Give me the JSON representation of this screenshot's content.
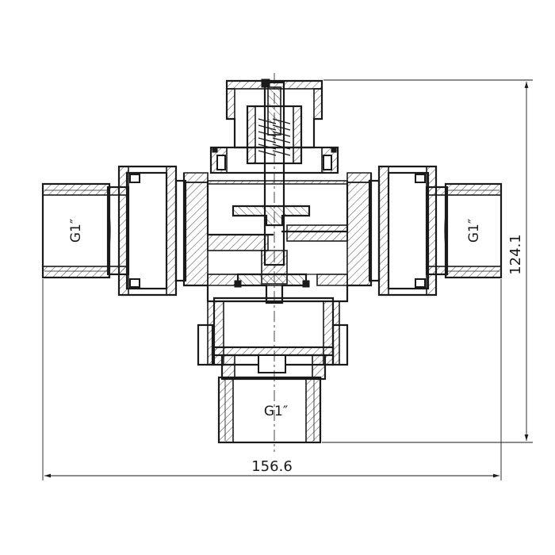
{
  "labels": {
    "thread_left": "G1″",
    "thread_right": "G1″",
    "thread_bottom": "G1″"
  },
  "dimensions": {
    "overall_width": "156.6",
    "overall_height": "124.1"
  }
}
